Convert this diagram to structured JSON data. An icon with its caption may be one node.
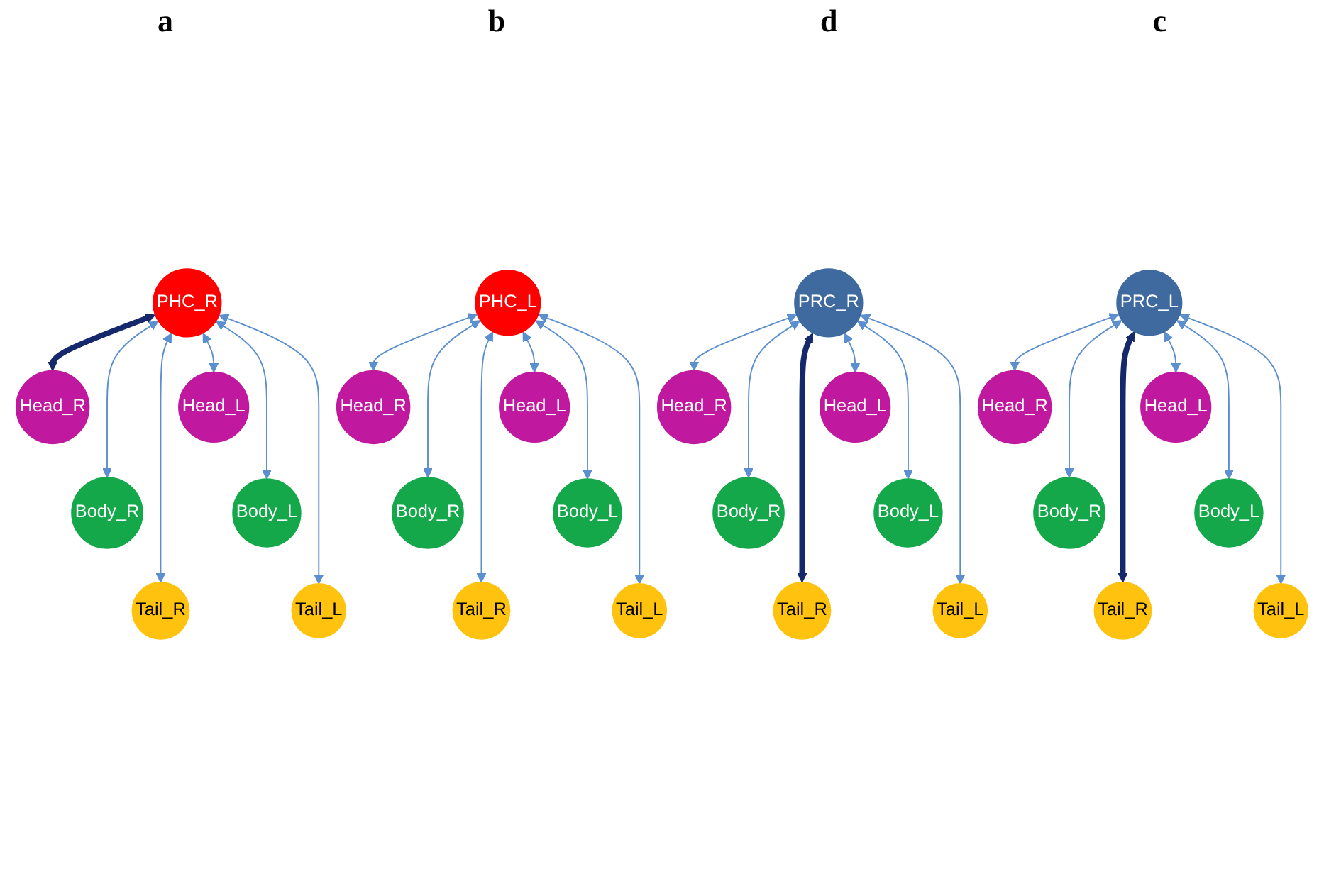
{
  "diagram": {
    "nodes": [
      {
        "text": [
          "PHC_R"
        ]
      },
      {
        "text": [
          "Head_R"
        ]
      },
      {
        "text": [
          "Head_L"
        ]
      },
      {
        "text": [
          "Body_R"
        ]
      },
      {
        "text": [
          "Body_L"
        ]
      },
      {
        "text": [
          "Tail_R"
        ]
      },
      {
        "text": [
          "Tail_L"
        ]
      },
      {
        "text": [
          "PHC_L"
        ]
      },
      {
        "text": [
          "Head_R"
        ]
      },
      {
        "text": [
          "Head_L"
        ]
      },
      {
        "text": [
          "Body_R"
        ]
      },
      {
        "text": [
          "Body_L"
        ]
      },
      {
        "text": [
          "Tail_R"
        ]
      },
      {
        "text": [
          "Tail_L"
        ]
      },
      {
        "text": [
          "PRC_R"
        ]
      },
      {
        "text": [
          "Head_R"
        ]
      },
      {
        "text": [
          "Head_L"
        ]
      },
      {
        "text": [
          "Body_R"
        ]
      },
      {
        "text": [
          "Body_L"
        ]
      },
      {
        "text": [
          "Tail_R"
        ]
      },
      {
        "text": [
          "Tail_L"
        ]
      },
      {
        "text": [
          "PRC_L"
        ]
      },
      {
        "text": [
          "Head_R"
        ]
      },
      {
        "text": [
          "Head_L"
        ]
      },
      {
        "text": [
          "Body_R"
        ]
      },
      {
        "text": [
          "Body_L"
        ]
      },
      {
        "text": [
          "Tail_R"
        ]
      },
      {
        "text": [
          "Tail_L"
        ]
      }
    ],
    "edges": [
      {
        "from": 0,
        "to": 1,
        "arrow": "both",
        "style": "thick",
        "color": "#14286b"
      },
      {
        "from": 0,
        "to": 3,
        "arrow": "both"
      },
      {
        "from": 0,
        "to": 5,
        "arrow": "both"
      },
      {
        "from": 0,
        "to": 2,
        "arrow": "both"
      },
      {
        "from": 0,
        "to": 4,
        "arrow": "both"
      },
      {
        "from": 0,
        "to": 6,
        "arrow": "both"
      },
      {
        "from": 7,
        "to": 8,
        "arrow": "both"
      },
      {
        "from": 7,
        "to": 10,
        "arrow": "both"
      },
      {
        "from": 7,
        "to": 12,
        "arrow": "both"
      },
      {
        "from": 7,
        "to": 9,
        "arrow": "both"
      },
      {
        "from": 7,
        "to": 11,
        "arrow": "both"
      },
      {
        "from": 7,
        "to": 13,
        "arrow": "both"
      },
      {
        "from": 14,
        "to": 15,
        "arrow": "both"
      },
      {
        "from": 14,
        "to": 17,
        "arrow": "both"
      },
      {
        "from": 14,
        "to": 19,
        "arrow": "both",
        "style": "thick",
        "color": "#14286b"
      },
      {
        "from": 14,
        "to": 16,
        "arrow": "both"
      },
      {
        "from": 14,
        "to": 18,
        "arrow": "both"
      },
      {
        "from": 14,
        "to": 20,
        "arrow": "both"
      },
      {
        "from": 21,
        "to": 22,
        "arrow": "both"
      },
      {
        "from": 21,
        "to": 24,
        "arrow": "both"
      },
      {
        "from": 21,
        "to": 26,
        "arrow": "both",
        "style": "thick",
        "color": "#14286b"
      },
      {
        "from": 21,
        "to": 23,
        "arrow": "both"
      },
      {
        "from": 21,
        "to": 25,
        "arrow": "both"
      },
      {
        "from": 21,
        "to": 27,
        "arrow": "both"
      }
    ],
    "labels": [
      "a",
      "b",
      "d",
      "c"
    ]
  }
}
